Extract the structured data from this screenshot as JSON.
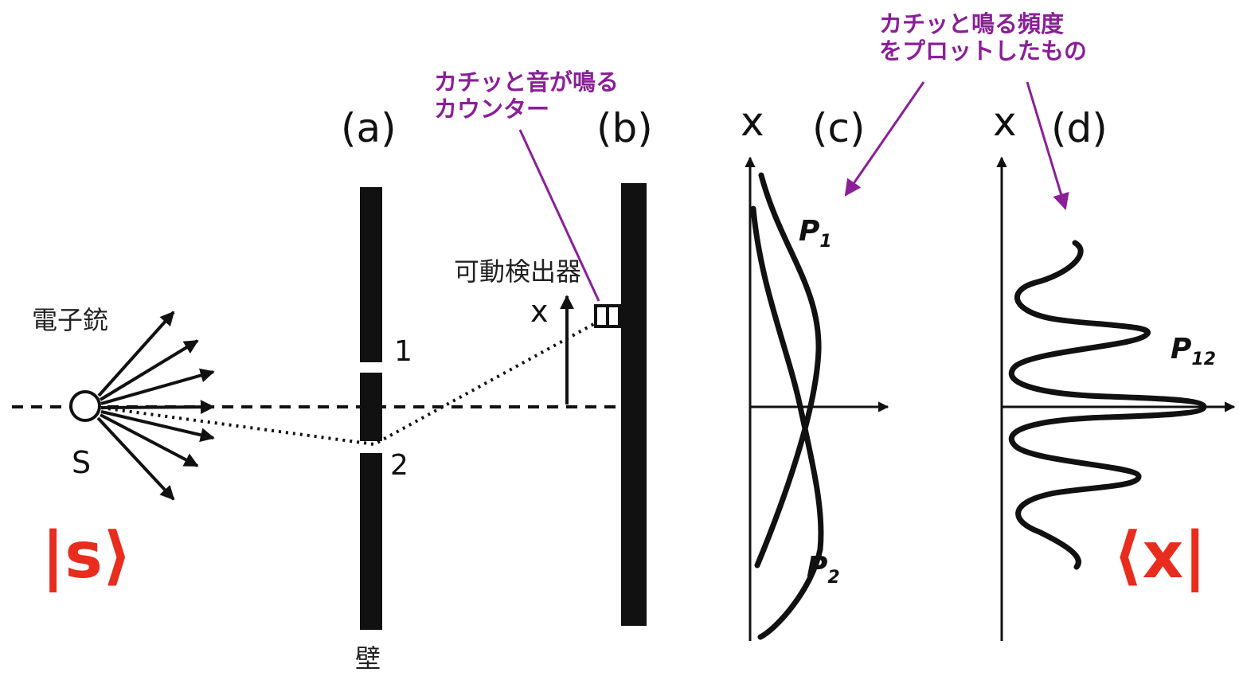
{
  "labels": {
    "a": "(a)",
    "b": "(b)",
    "c": "(c)",
    "d": "(d)",
    "x_c": "x",
    "x_d": "x",
    "x_detector": "x",
    "slit1": "1",
    "slit2": "2",
    "source": "S",
    "gun": "電子銃",
    "wall": "壁",
    "detector": "可動検出器",
    "p1_main": "P",
    "p1_sub": "1",
    "p2_main": "P",
    "p2_sub": "2",
    "p12_main": "P",
    "p12_sub": "12"
  },
  "annotations": {
    "counter_line1": "カチッと音が鳴る",
    "counter_line2": "カウンター",
    "freq_line1": "カチッと鳴る頻度",
    "freq_line2": "をプロットしたもの"
  },
  "ket": {
    "left": "|s⟩",
    "right": "⟨x|"
  },
  "colors": {
    "annotation": "#8a1f97",
    "ket": "#e82c1e",
    "ink": "#111111"
  }
}
